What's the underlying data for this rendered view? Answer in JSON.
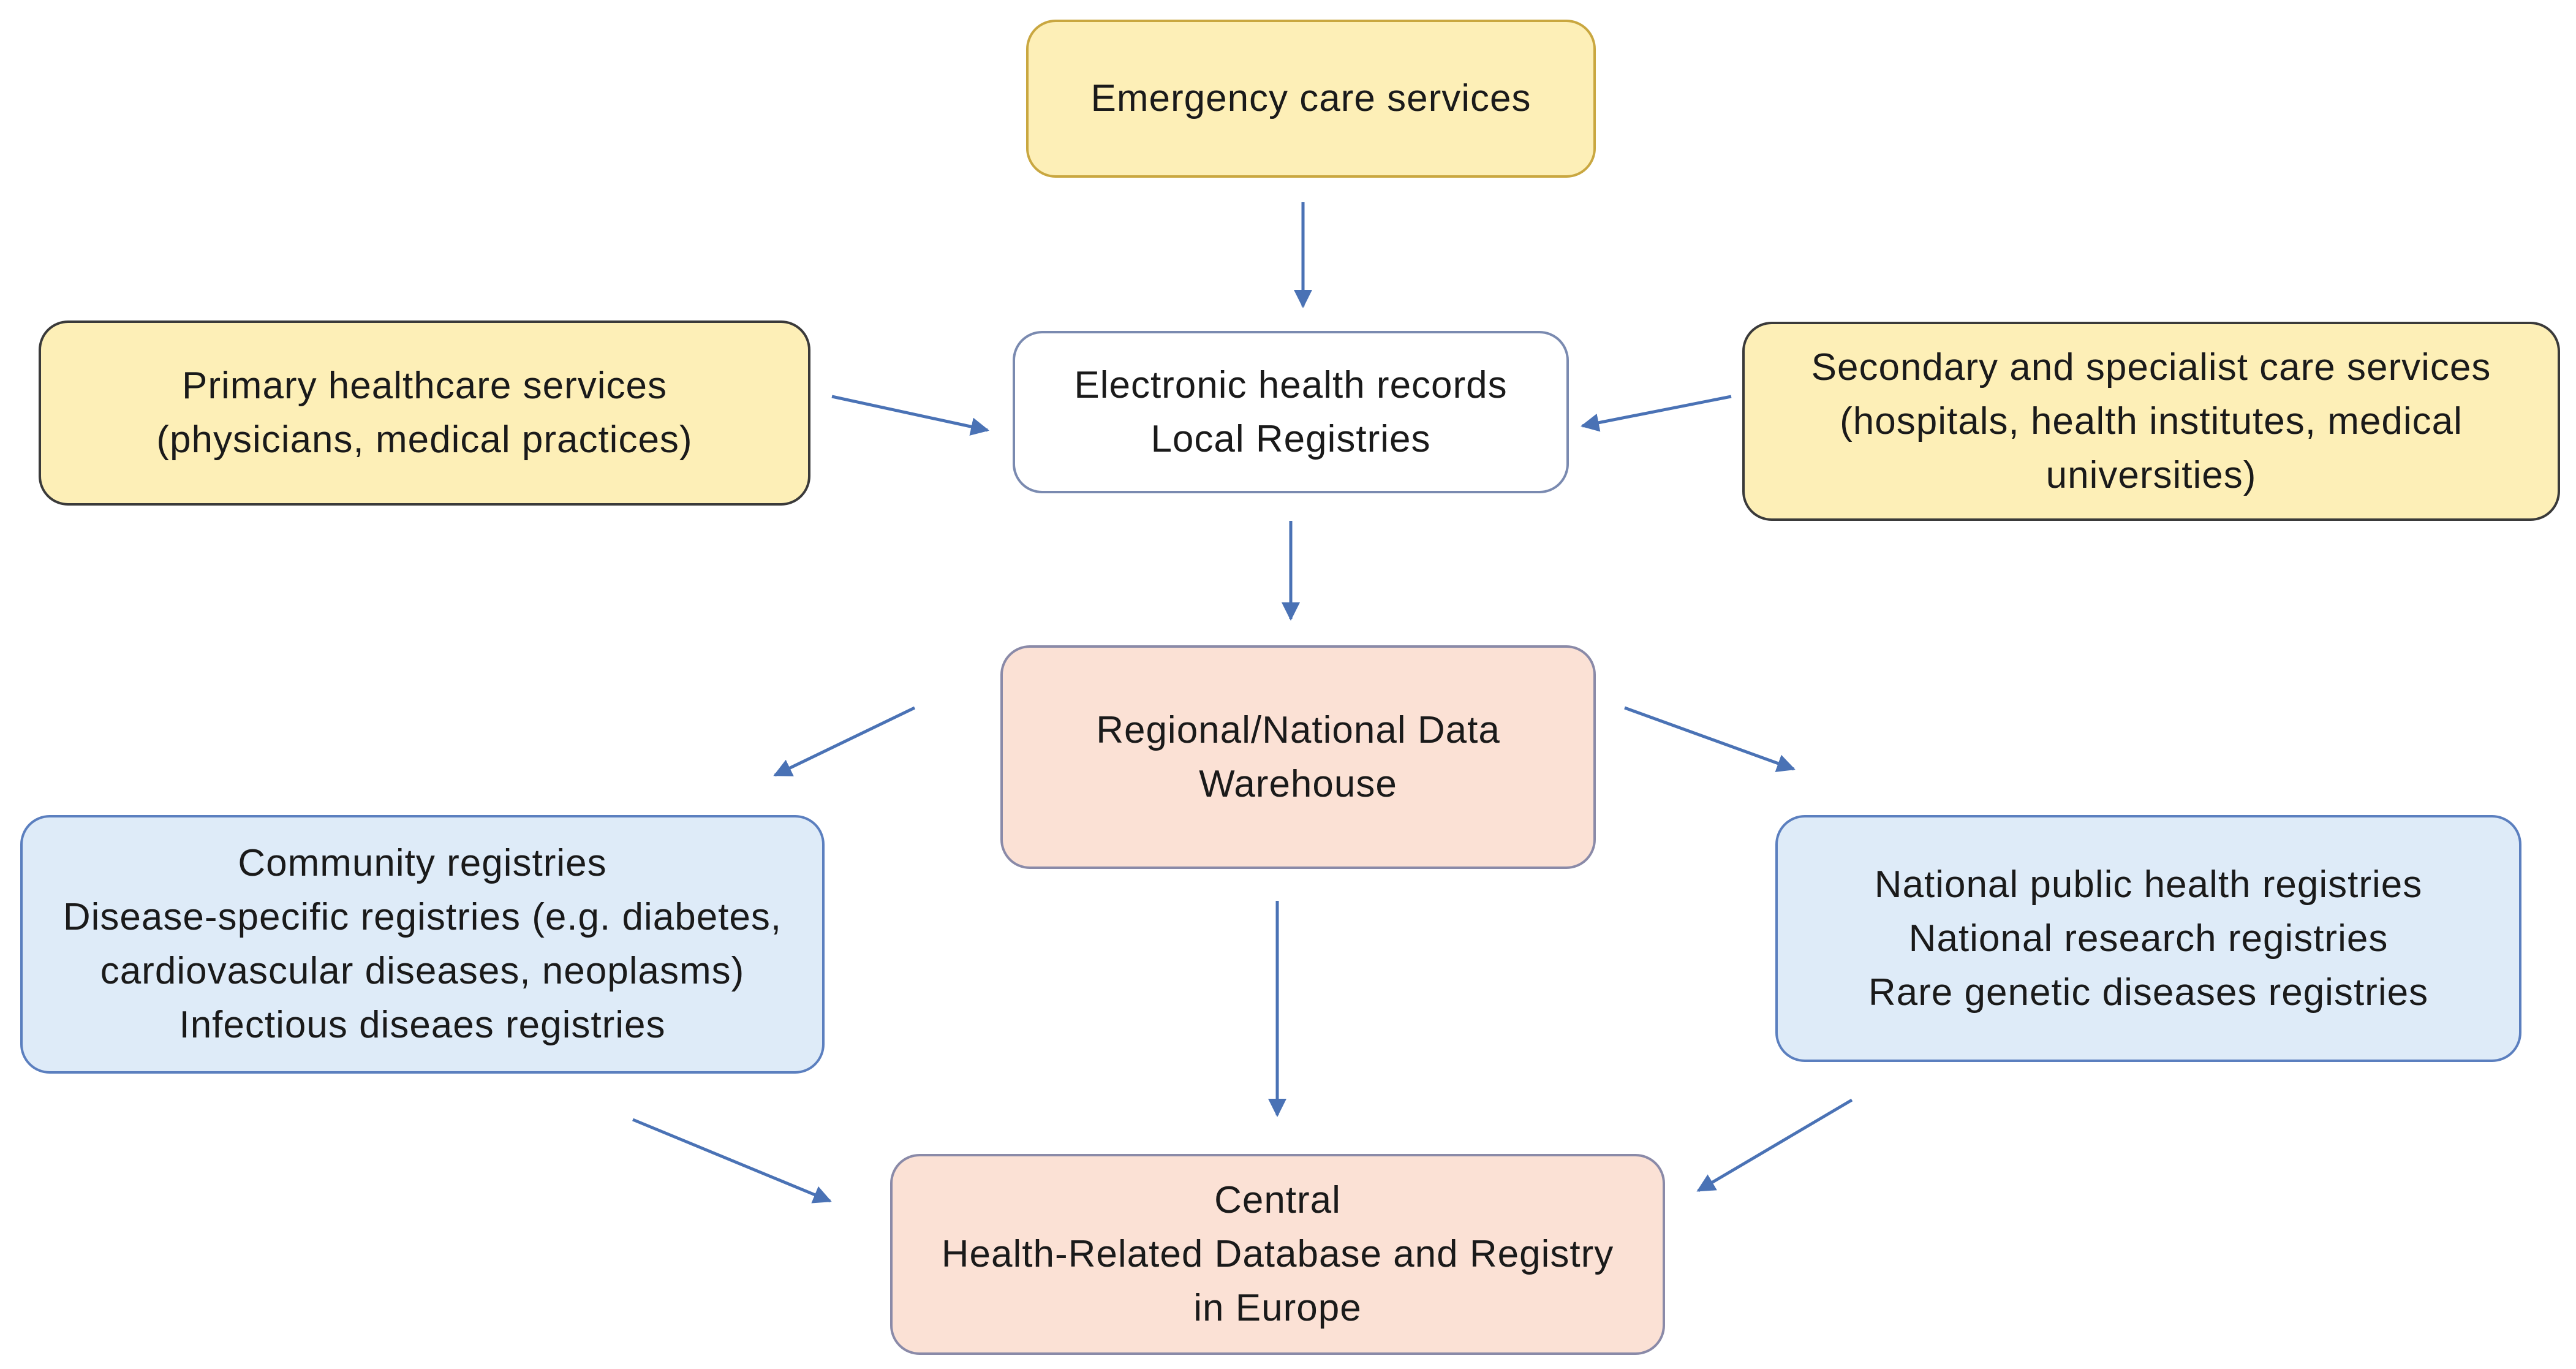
{
  "nodes": {
    "emergency": {
      "lines": [
        "Emergency  care services"
      ]
    },
    "ehr": {
      "lines": [
        "Electronic health records",
        "Local Registries"
      ]
    },
    "primary": {
      "lines": [
        "Primary healthcare services",
        "(physicians, medical practices)"
      ]
    },
    "secondary": {
      "lines": [
        "Secondary and specialist care services",
        "(hospitals, health institutes, medical",
        "universities)"
      ]
    },
    "warehouse": {
      "lines": [
        "Regional/National Data",
        "Warehouse"
      ]
    },
    "community": {
      "lines": [
        "Community registries",
        "Disease-specific registries (e.g. diabetes,",
        "cardiovascular diseases, neoplasms)",
        "Infectious diseaes registries"
      ]
    },
    "national": {
      "lines": [
        "National public health registries",
        "National research registries",
        "Rare genetic diseases registries"
      ]
    },
    "central": {
      "lines": [
        "Central",
        "Health-Related  Database and Registry",
        "in Europe"
      ]
    }
  },
  "edges": [
    {
      "from": "emergency",
      "to": "ehr"
    },
    {
      "from": "primary",
      "to": "ehr"
    },
    {
      "from": "secondary",
      "to": "ehr"
    },
    {
      "from": "ehr",
      "to": "warehouse"
    },
    {
      "from": "warehouse",
      "to": "community"
    },
    {
      "from": "warehouse",
      "to": "national"
    },
    {
      "from": "warehouse",
      "to": "central"
    },
    {
      "from": "community",
      "to": "central"
    },
    {
      "from": "national",
      "to": "central"
    }
  ],
  "colors": {
    "arrow": "#4a72b5",
    "yellow_fill": "#fdefb7",
    "peach_fill": "#fbe1d5",
    "blue_fill": "#deebf8"
  }
}
